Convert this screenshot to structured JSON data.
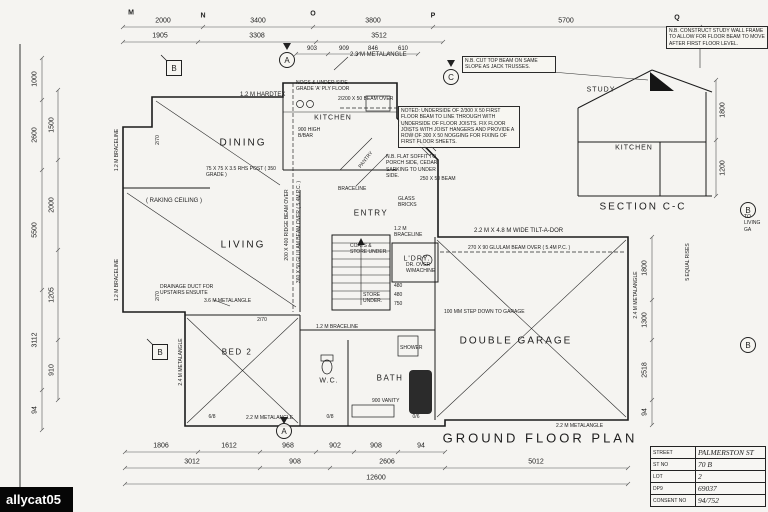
{
  "watermark": "allycat05",
  "titles": {
    "plan": "GROUND FLOOR PLAN",
    "section": "SECTION C-C"
  },
  "grid_letters": {
    "m": "M",
    "n": "N",
    "o": "O",
    "p": "P",
    "q": "Q"
  },
  "markers": {
    "b_top": "B",
    "a_top": "A",
    "c_top": "C",
    "b_left": "B",
    "a_bottom": "A",
    "b_right1": "B",
    "b_right2": "B"
  },
  "rooms": {
    "kitchen": "KITCHEN",
    "dining": "DINING",
    "pantry": "PANTRY",
    "entry": "ENTRY",
    "living": "LIVING",
    "laundry": "L'DRY.",
    "bed2": "BED 2",
    "wc": "W.C.",
    "bath": "BATH",
    "garage": "DOUBLE GARAGE",
    "study": "STUDY",
    "section_kitchen": "KITCHEN"
  },
  "dims": {
    "top1": [
      "2000",
      "3400",
      "3800",
      "5700"
    ],
    "top2": [
      "1905",
      "3308",
      "3512"
    ],
    "top3": [
      "903",
      "909",
      "846",
      "610"
    ],
    "left1": [
      "1000",
      "2600",
      "5500",
      "3112",
      "94"
    ],
    "left2": [
      "1500",
      "2000",
      "1205",
      "910"
    ],
    "right1": [
      "1800",
      "1300",
      "2518",
      "94"
    ],
    "section": [
      "1800",
      "1200"
    ],
    "bottom1": [
      "1806",
      "1612",
      "968",
      "902",
      "908",
      "94"
    ],
    "bottom2": [
      "3012",
      "908",
      "2606",
      "5012"
    ],
    "bottom3": [
      "12600"
    ],
    "stairs": [
      "480",
      "480",
      "750"
    ]
  },
  "codes": {
    "c1": "2/70",
    "c2": "2/70",
    "c3": "2/70",
    "c4": "6/8",
    "c5": "0/8",
    "c6": "0/6"
  },
  "annotations": {
    "metalangle_23": "2.3 M METALANGLE",
    "hardtex": "1.2 M HARDTEX",
    "nogs_note": "NOGS & UNDER SIDE GRADE 'A' PLY FLOOR",
    "breakfast_bar": "900 HIGH B/BAR",
    "beam_2_200": "2/200 X 50 BEAM OVER",
    "cut_top_beam": "N.B. CUT TOP BEAM ON SAME SLOPE AS JACK TRUSSES.",
    "construct_study": "N.B. CONSTRUCT STUDY WALL FRAME TO ALLOW FOR FLOOR BEAM TO MOVE AFTER FIRST FLOOR LEVEL.",
    "first_floor_note": "NOTED: UNDERSIDE OF 2/300 X 50 FIRST FLOOR BEAM TO LINE THROUGH WITH UNDERSIDE OF FLOOR JOISTS. FIX FLOOR JOISTS WITH JOIST HANGERS AND PROVIDE A ROW OF 300 X 50 NOGGING FOR FIXING OF FIRST FLOOR SHEETS.",
    "beam_250": "250 X 50 BEAM",
    "flat_soffit": "N.B. FLAT SOFFIT TO PORCH SIDE, CEDAR SARKING TO UNDER SIDE.",
    "glass_bricks": "GLASS BRICKS",
    "rhs_post": "75 X 75 X 3.5 RHS POST ( 350 GRADE )",
    "raking_ceiling": "( RAKING CEILING )",
    "ridge_beam": "200 X 400 RIDGE BEAM OVER",
    "glulam_360": "360 X 50 GLULAM BEAM OVER ( 5.4M P.C. )",
    "drainage": "DRAINAGE DUCT FOR UPSTAIRS ENSUITE",
    "metalangle_36": "3.6 M METALANGLE",
    "braceline": "BRACELINE",
    "braceline_12a": "1.2 M BRACELINE",
    "braceline_12b": "1.2 M BRACELINE",
    "braceline_left1": "1.2 M BRACELINE",
    "braceline_left2": "1.2 M BRACELINE",
    "coats_store": "COATS & STORE UNDER.",
    "dryer": "DR. OVER W/MACHINE",
    "store_under": "STORE UNDER.",
    "step_down": "100 MM STEP DOWN TO GARAGE",
    "tilt_door": "2.2 M X 4.8 M WIDE TILT-A-DOR",
    "glulam_270": "270 X 90 GLULAM BEAM OVER ( 5.4M P.C. )",
    "metalangle_24_right": "2.4 M METALANGLE",
    "metalangle_24_left": "2.4 M METALANGLE",
    "metalangle_22_a": "2.2 M METALANGLE",
    "metalangle_22_b": "2.2 M METALANGLE",
    "vanity": "900 VANITY",
    "shower": "SHOWER",
    "equal_rises": "5 EQUAL RISES",
    "right_edge": "TO\nLIVING\nGA"
  },
  "title_block": {
    "rows": [
      {
        "label": "STREET",
        "value": "PALMERSTON ST"
      },
      {
        "label": "ST NO",
        "value": "70 B"
      },
      {
        "label": "LOT",
        "value": "2"
      },
      {
        "label": "DP9",
        "value": "69037"
      },
      {
        "label": "CONSENT NO",
        "value": "94/752"
      }
    ]
  }
}
